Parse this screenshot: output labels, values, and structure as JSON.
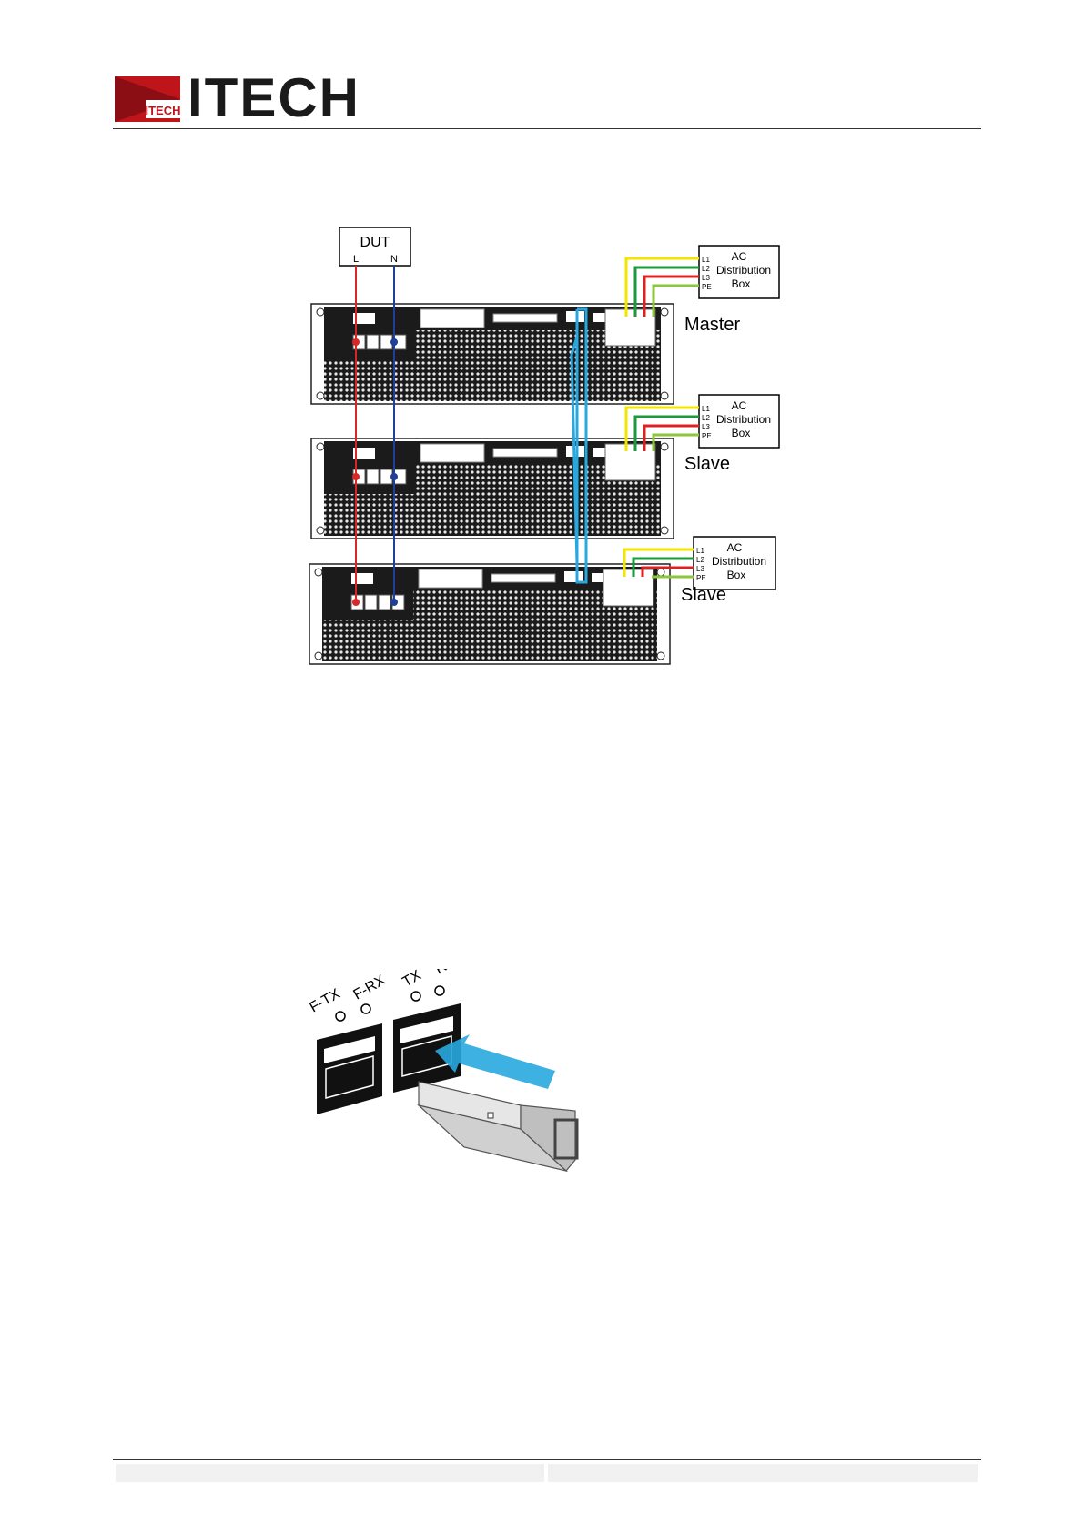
{
  "header": {
    "brand_name": "ITECH",
    "logo_badge": "ITECH",
    "brand_color": "#c0141b"
  },
  "figure_parallel": {
    "dut": {
      "label": "DUT",
      "terminal_l": "L",
      "terminal_n": "N"
    },
    "units": [
      {
        "role": "Master"
      },
      {
        "role": "Slave"
      },
      {
        "role": "Slave"
      }
    ],
    "distribution_box": {
      "line1": "AC",
      "line2": "Distribution",
      "line3": "Box"
    },
    "phase_labels": [
      "L1",
      "L2",
      "L3",
      "PE"
    ],
    "wire_colors": {
      "l1": "#f2e600",
      "l2": "#1a9a3a",
      "l3": "#e02020",
      "pe": "#8cc63f",
      "dut_l": "#d62828",
      "dut_n": "#1f3f9a",
      "fiber": "#29a8e0"
    }
  },
  "figure_sfp": {
    "port_labels": [
      "F-TX",
      "F-RX",
      "TX",
      "RX"
    ],
    "arrow_color": "#29a8e0"
  }
}
